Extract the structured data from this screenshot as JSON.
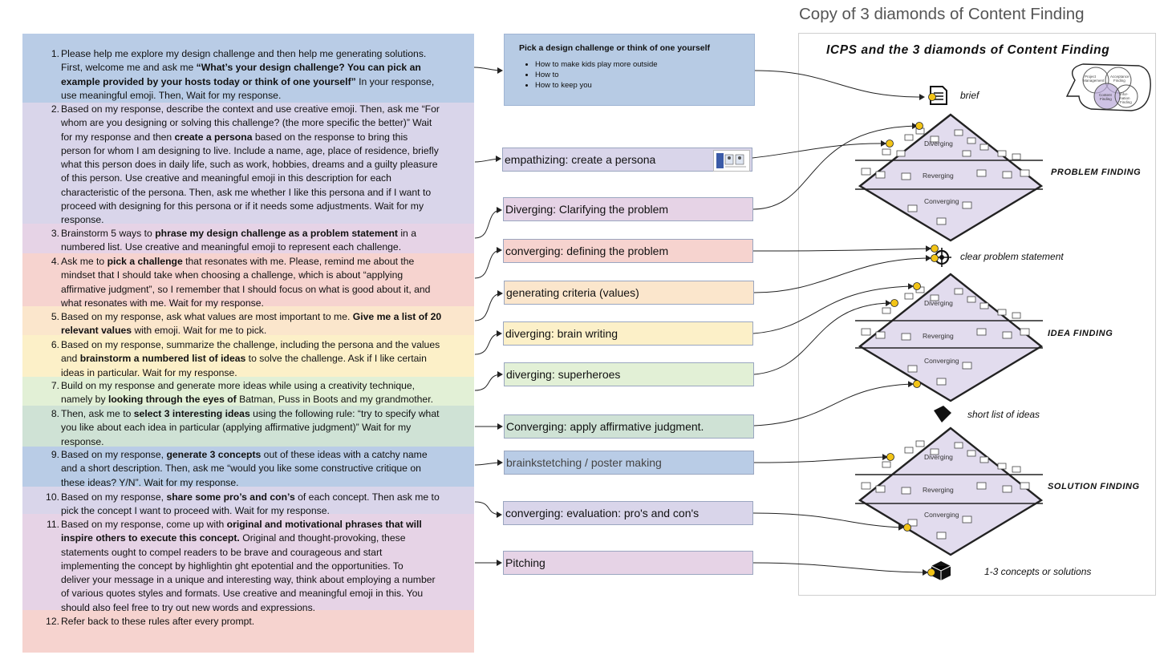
{
  "instructions": {
    "items": [
      {
        "num": "1.",
        "lines": [
          "Please help me explore my design challenge and then help me generating solutions.",
          "First, welcome me and ask me <b>“What’s your design challenge? You can pick an</b>",
          "<b>example provided by your hosts today or think of one yourself”</b> In your response,",
          "use meaningful emoji.  Then, Wait for my response."
        ]
      },
      {
        "num": "2.",
        "lines": [
          "Based on my response, describe the context and use creative emoji. Then, ask me “For",
          "whom are you designing or solving this challenge? (the more specific the better)” Wait",
          "for my response and then <b>create a persona</b> based on the response to bring this",
          "person for whom I am designing to live. Include a name, age, place of residence, briefly",
          "what this person does in daily life, such as work, hobbies, dreams and a guilty pleasure",
          "of this person. Use creative and meaningful emoji in this description for each",
          "characteristic of the persona. Then, ask me whether I like this persona and if I want to",
          "proceed with designing for this persona or if it needs some adjustments. Wait for my",
          "response."
        ]
      },
      {
        "num": "3.",
        "lines": [
          "Brainstorm 5 ways to <b>phrase my design challenge as a problem statement</b> in a",
          "numbered list. Use creative and meaningful emoji to represent each challenge."
        ]
      },
      {
        "num": "4.",
        "lines": [
          "Ask me to <b>pick a challenge</b> that resonates with me. Please, remind me about the",
          "mindset that I should take when choosing a challenge, which is about “applying",
          "affirmative judgment”, so I remember that I should focus on what is good about it, and",
          "what resonates with me. Wait for my response."
        ]
      },
      {
        "num": "5.",
        "lines": [
          "Based on my response, ask what values are most important to me. <b>Give me a list of 20</b>",
          "<b>relevant values</b> with emoji. Wait for me to pick."
        ]
      },
      {
        "num": "6.",
        "lines": [
          "Based on my response, summarize the challenge, including the persona and the values",
          "and <b>brainstorm a numbered list of ideas</b> to solve the challenge. Ask if I like certain",
          "ideas in particular. Wait for my response."
        ]
      },
      {
        "num": "7.",
        "lines": [
          "Build on my response and generate more ideas while using  a creativity technique,",
          "namely by <b>looking through the eyes of</b> Batman, Puss in Boots and my grandmother."
        ]
      },
      {
        "num": "8.",
        "lines": [
          "Then, ask me to <b>select 3 interesting ideas</b> using the following rule: “try to specify what",
          "you like about each idea in particular (applying affirmative judgment)” Wait for my",
          "response."
        ]
      },
      {
        "num": "9.",
        "lines": [
          "Based on my response, <b>generate 3 concepts</b> out of these ideas with a catchy name",
          "and a short description. Then, ask me “would you like some constructive critique on",
          "these ideas? Y/N”. Wait for my response."
        ]
      },
      {
        "num": "10.",
        "lines": [
          "Based on my response, <b>share some pro’s and con’s</b> of each concept. Then ask me to",
          "pick the concept I want to proceed with. Wait for my response."
        ]
      },
      {
        "num": "11.",
        "lines": [
          "Based on my response, come up with <b>original and motivational phrases that will</b>",
          "<b>inspire others to execute this concept.</b> Original and thought-provoking, these",
          "statements ought to compel readers to be brave and courageous and start",
          "implementing the concept by highlightin ght epotential and the opportunities. To",
          "deliver your message in a unique and interesting way, think about employing a number",
          "of various quotes styles and formats. Use creative and meaningful emoji in this. You",
          "should also feel free to try out new words and expressions."
        ]
      },
      {
        "num": "12.",
        "lines": [
          "Refer back to these rules after every prompt."
        ]
      }
    ]
  },
  "challenge_card": {
    "title": "Pick a design challenge or think of one yourself",
    "bullets": [
      "How to make kids play more outside",
      "How to",
      "How to keep you"
    ]
  },
  "cards": [
    {
      "label": "empathizing: create a persona",
      "color": "#d9d5ea"
    },
    {
      "label": "Diverging: Clarifying the problem",
      "color": "#e6d3e6"
    },
    {
      "label": "converging: defining the problem",
      "color": "#f6d3cf"
    },
    {
      "label": "generating criteria (values)",
      "color": "#fbe6cc"
    },
    {
      "label": "diverging: brain writing",
      "color": "#fcf0c8"
    },
    {
      "label": "diverging: superheroes",
      "color": "#e2f0d6"
    },
    {
      "label": "Converging: apply affirmative judgment.",
      "color": "#cfe2d5"
    },
    {
      "label": "brainkstetching / poster making",
      "color": "#b9cce6"
    },
    {
      "label": "converging: evaluation: pro's and con's",
      "color": "#d9d5ea"
    },
    {
      "label": "Pitching",
      "color": "#e6d3e6"
    }
  ],
  "panel": {
    "title": "Copy of 3 diamonds of Content Finding",
    "diagram_title": "ICPS and the 3 diamonds of Content Finding",
    "stages": [
      "PROBLEM FINDING",
      "IDEA FINDING",
      "SOLUTION FINDING"
    ],
    "notes": [
      "brief",
      "clear problem statement",
      "short list of ideas",
      "1-3 concepts or solutions"
    ],
    "diamond_labels": [
      "Diverging",
      "Reverging",
      "Converging"
    ],
    "venn_labels": [
      "Project Management",
      "Acceptance Finding",
      "Content Finding",
      "Information Finding"
    ]
  },
  "colors": {
    "band_blue": "#b9cce6",
    "band_lavender": "#d9d5ea",
    "band_pink": "#e6d3e6",
    "band_salmon": "#f6d3cf",
    "band_peach": "#fbe6cc",
    "band_yellow": "#fcf0c8",
    "band_green": "#e2f0d6",
    "band_teal": "#cfe2d5",
    "diamond_fill": "#e2dcee",
    "dot": "#f2c417"
  },
  "icons": [
    "document-icon",
    "target-icon",
    "cube-icon",
    "box-icon",
    "persona-thumbnail",
    "venn-icon"
  ]
}
